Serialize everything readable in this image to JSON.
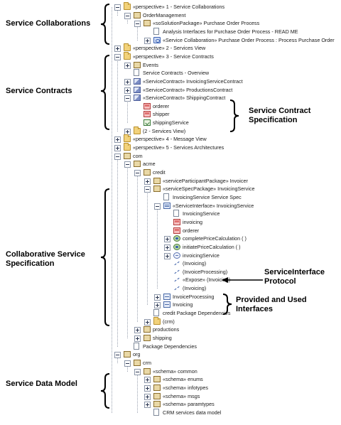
{
  "annotations": {
    "service_collaborations": "Service Collaborations",
    "service_contracts": "Service Contracts",
    "service_contract_specification_line1": "Service Contract",
    "service_contract_specification_line2": "Specification",
    "collaborative_service_spec_line1": "Collaborative Service",
    "collaborative_service_spec_line2": "Specification",
    "serviceinterface_protocol_line1": "ServiceInterface",
    "serviceinterface_protocol_line2": "Protocol",
    "provided_used_line1": "Provided and Used",
    "provided_used_line2": "Interfaces",
    "service_data_model": "Service Data Model"
  },
  "tree": [
    {
      "depth": 0,
      "expander": "minus",
      "icon": "folder",
      "label": "«perspective» 1 - Service Collaborations"
    },
    {
      "depth": 1,
      "expander": "minus",
      "icon": "package",
      "label": "OrderManagement"
    },
    {
      "depth": 2,
      "expander": "minus",
      "icon": "package",
      "label": "«soSolutionPackage» Purchase Order Process"
    },
    {
      "depth": 3,
      "expander": "none",
      "icon": "doc",
      "label": "Analysis Interfaces for Purchase Order Process - READ ME"
    },
    {
      "depth": 3,
      "expander": "plus",
      "icon": "usecase",
      "label": "«Service Collaboration» Purchase Order Process : Process Purchase Order"
    },
    {
      "depth": 0,
      "expander": "plus",
      "icon": "folder",
      "label": "«perspective» 2 - Services View"
    },
    {
      "depth": 0,
      "expander": "minus",
      "icon": "folder",
      "label": "«perspective» 3 - Service Contracts"
    },
    {
      "depth": 1,
      "expander": "plus",
      "icon": "package",
      "label": "Events"
    },
    {
      "depth": 1,
      "expander": "none",
      "icon": "doc",
      "label": "Service Contracts - Overview"
    },
    {
      "depth": 1,
      "expander": "plus",
      "icon": "contract",
      "label": "«ServiceContract» InvoicingServiceContract"
    },
    {
      "depth": 1,
      "expander": "plus",
      "icon": "contract",
      "label": "«ServiceContract» ProductionsContract"
    },
    {
      "depth": 1,
      "expander": "minus",
      "icon": "contract",
      "label": "«ServiceContract» ShippingContract"
    },
    {
      "depth": 2,
      "expander": "none",
      "icon": "role",
      "label": "orderer"
    },
    {
      "depth": 2,
      "expander": "none",
      "icon": "role",
      "label": "shipper"
    },
    {
      "depth": 2,
      "expander": "none",
      "icon": "service",
      "label": "shippingService"
    },
    {
      "depth": 1,
      "expander": "plus",
      "icon": "folder",
      "label": "(2 - Services View)"
    },
    {
      "depth": 0,
      "expander": "plus",
      "icon": "folder",
      "label": "«perspective» 4 - Message View"
    },
    {
      "depth": 0,
      "expander": "plus",
      "icon": "folder",
      "label": "«perspective» 5 - Services Architectures"
    },
    {
      "depth": 0,
      "expander": "minus",
      "icon": "package",
      "label": "com"
    },
    {
      "depth": 1,
      "expander": "minus",
      "icon": "package",
      "label": "acme"
    },
    {
      "depth": 2,
      "expander": "minus",
      "icon": "package",
      "label": "credit"
    },
    {
      "depth": 3,
      "expander": "plus",
      "icon": "package",
      "label": "«serviceParticipantPackage» Invoicer"
    },
    {
      "depth": 3,
      "expander": "minus",
      "icon": "package",
      "label": "«serviceSpecPackage» InvoicingService"
    },
    {
      "depth": 4,
      "expander": "none",
      "icon": "doc",
      "label": "InvoicingService Service Spec"
    },
    {
      "depth": 4,
      "expander": "minus",
      "icon": "iface",
      "label": "«ServiceInterface» InvoicingService"
    },
    {
      "depth": 5,
      "expander": "none",
      "icon": "doc",
      "label": "InvoicingService"
    },
    {
      "depth": 5,
      "expander": "none",
      "icon": "role",
      "label": "invoicing"
    },
    {
      "depth": 5,
      "expander": "none",
      "icon": "role",
      "label": "orderer"
    },
    {
      "depth": 5,
      "expander": "plus",
      "icon": "gear",
      "label": "completePriceCalculation ( )"
    },
    {
      "depth": 5,
      "expander": "plus",
      "icon": "gear",
      "label": "initiatePriceCalculation ( )"
    },
    {
      "depth": 5,
      "expander": "plus",
      "icon": "protocol",
      "label": "invoicingService"
    },
    {
      "depth": 5,
      "expander": "none",
      "icon": "dep",
      "label": "(Invoicing)"
    },
    {
      "depth": 5,
      "expander": "none",
      "icon": "dep",
      "label": "(InvoiceProcessing)"
    },
    {
      "depth": 5,
      "expander": "none",
      "icon": "dep",
      "label": "«Expose» (Invoicing)"
    },
    {
      "depth": 5,
      "expander": "none",
      "icon": "dep",
      "label": "(Invoicing)"
    },
    {
      "depth": 4,
      "expander": "plus",
      "icon": "class2",
      "label": "InvoiceProcessing"
    },
    {
      "depth": 4,
      "expander": "plus",
      "icon": "class2",
      "label": "Invoicing"
    },
    {
      "depth": 3,
      "expander": "none",
      "icon": "doc",
      "label": "credit Package Dependencies"
    },
    {
      "depth": 3,
      "expander": "plus",
      "icon": "folder",
      "label": "(crm)"
    },
    {
      "depth": 2,
      "expander": "plus",
      "icon": "package",
      "label": "productions"
    },
    {
      "depth": 2,
      "expander": "plus",
      "icon": "package",
      "label": "shipping"
    },
    {
      "depth": 1,
      "expander": "none",
      "icon": "doc",
      "label": "Package Dependencies"
    },
    {
      "depth": 0,
      "expander": "minus",
      "icon": "package",
      "label": "org"
    },
    {
      "depth": 1,
      "expander": "minus",
      "icon": "package",
      "label": "crm"
    },
    {
      "depth": 2,
      "expander": "minus",
      "icon": "package",
      "label": "«schema» common"
    },
    {
      "depth": 3,
      "expander": "plus",
      "icon": "package",
      "label": "«schema» enums"
    },
    {
      "depth": 3,
      "expander": "plus",
      "icon": "package",
      "label": "«schema» infotypes"
    },
    {
      "depth": 3,
      "expander": "plus",
      "icon": "package",
      "label": "«schema» msgs"
    },
    {
      "depth": 3,
      "expander": "plus",
      "icon": "package",
      "label": "«schema» paramtypes"
    },
    {
      "depth": 3,
      "expander": "none",
      "icon": "doc",
      "label": "CRM services data model"
    }
  ]
}
